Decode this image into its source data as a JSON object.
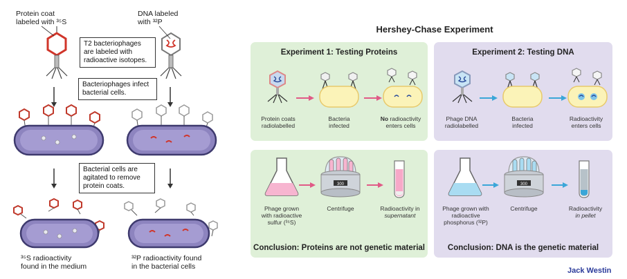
{
  "left": {
    "label_protein": [
      "Protein coat",
      "labeled with ³⁵S"
    ],
    "label_dna": [
      "DNA labeled",
      "with ³²P"
    ],
    "callout1": [
      "T2 bacteriophages",
      "are labeled with",
      "radioactive isotopes."
    ],
    "callout2": [
      "Bacteriophages infect",
      "bacterial cells."
    ],
    "callout3": [
      "Bacterial cells are",
      "agitated to remove",
      "protein coats."
    ],
    "result_left": [
      "³⁵S radioactivity",
      "found in the medium"
    ],
    "result_right": [
      "³²P radioactivity found",
      "in the bacterial cells"
    ]
  },
  "right": {
    "title": "Hershey-Chase Experiment",
    "exp1": {
      "title": "Experiment 1: Testing Proteins",
      "caps": [
        [
          "Protein coats",
          "radiolabelled"
        ],
        [
          "Bacteria",
          "infected"
        ]
      ],
      "cap3_bold": "No",
      "cap3_rest": [
        "radioactivity",
        "enters cells"
      ]
    },
    "exp2": {
      "title": "Experiment 2: Testing DNA",
      "caps": [
        [
          "Phage DNA",
          "radiolabelled"
        ],
        [
          "Bacteria",
          "infected"
        ],
        [
          "Radioactivity",
          "enters cells"
        ]
      ]
    },
    "conc1": {
      "caps1": [
        "Phage grown",
        "with radioactive",
        "sulfur (³⁵S)"
      ],
      "cap2": "Centrifuge",
      "cap3_line1": "Radioactivity in",
      "cap3_italic": "supernatant",
      "device_label": "300",
      "pre": "Conclusion: Proteins are ",
      "bold": "not",
      "post": " genetic material"
    },
    "conc2": {
      "caps1": [
        "Phage grown with",
        "radioactive",
        "phosphorus (³²P)"
      ],
      "cap2": "Centrifuge",
      "cap3_line1": "Radioactivity",
      "cap3_italic": "in pellet",
      "device_label": "300",
      "pre": "Conclusion: DNA ",
      "bold": "is",
      "post": " the genetic material"
    },
    "brand": "Jack Westin"
  }
}
